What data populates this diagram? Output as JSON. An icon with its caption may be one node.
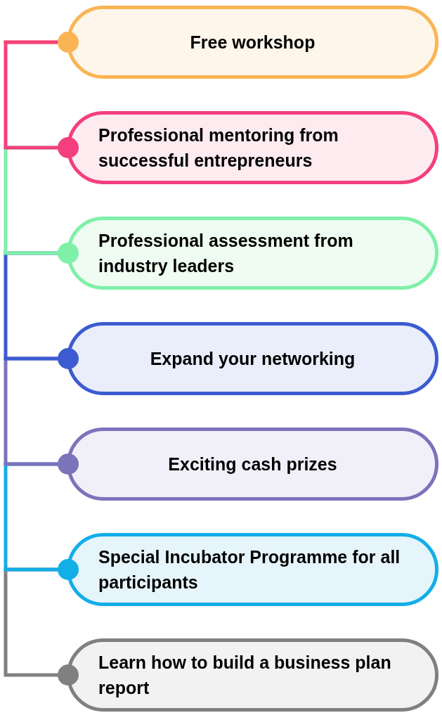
{
  "diagram": {
    "nodes": [
      {
        "text": [
          "Free workshop"
        ]
      },
      {
        "text": [
          "Professional mentoring from successful entrepreneurs"
        ]
      },
      {
        "text": [
          "Professional assessment from industry leaders"
        ]
      },
      {
        "text": [
          "Expand your networking"
        ]
      },
      {
        "text": [
          "Exciting cash prizes"
        ]
      },
      {
        "text": [
          "Special Incubator Programme for all participants"
        ]
      },
      {
        "text": [
          "Learn how to build a business plan report"
        ]
      }
    ],
    "edges": [
      {
        "from": 0,
        "to": 1,
        "arrow": "none",
        "color": "#f43f7f"
      },
      {
        "from": 1,
        "to": 2,
        "arrow": "none",
        "color": "#7ef0a8"
      },
      {
        "from": 2,
        "to": 3,
        "arrow": "none",
        "color": "#3c5bd0"
      },
      {
        "from": 3,
        "to": 4,
        "arrow": "none",
        "color": "#7c73bb"
      },
      {
        "from": 4,
        "to": 5,
        "arrow": "none",
        "color": "#12aee8"
      },
      {
        "from": 5,
        "to": 6,
        "arrow": "none",
        "color": "#808080"
      }
    ]
  }
}
